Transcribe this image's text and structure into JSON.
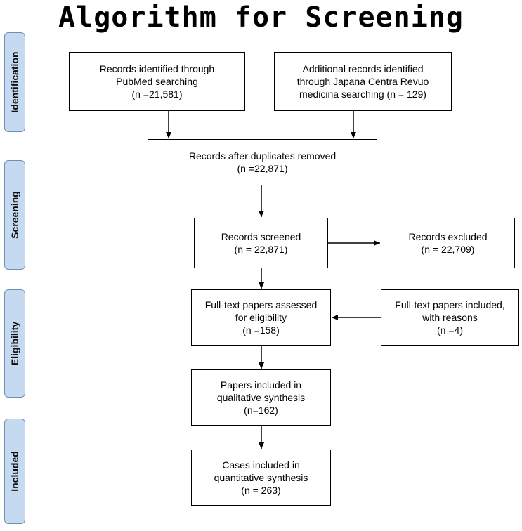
{
  "title": "Algorithm for Screening",
  "phases": {
    "identification": "Identification",
    "screening": "Screening",
    "eligibility": "Eligibility",
    "included": "Included"
  },
  "boxes": {
    "pubmed": [
      "Records identified through",
      "PubMed searching",
      "(n =21,581)"
    ],
    "japana": [
      "Additional records identified",
      "through Japana Centra Revuo",
      "medicina searching (n = 129)"
    ],
    "dedup": [
      "Records after duplicates removed",
      "(n =22,871)"
    ],
    "screened": [
      "Records screened",
      "(n = 22,871)"
    ],
    "excluded": [
      "Records excluded",
      "(n = 22,709)"
    ],
    "fulltext": [
      "Full-text papers assessed",
      "for eligibility",
      "(n =158)"
    ],
    "fulltext_included": [
      "Full-text papers included,",
      "with reasons",
      "(n =4)"
    ],
    "qualitative": [
      "Papers included in",
      "qualitative synthesis",
      "(n=162)"
    ],
    "quantitative": [
      "Cases included in",
      "quantitative synthesis",
      "(n = 263)"
    ]
  }
}
